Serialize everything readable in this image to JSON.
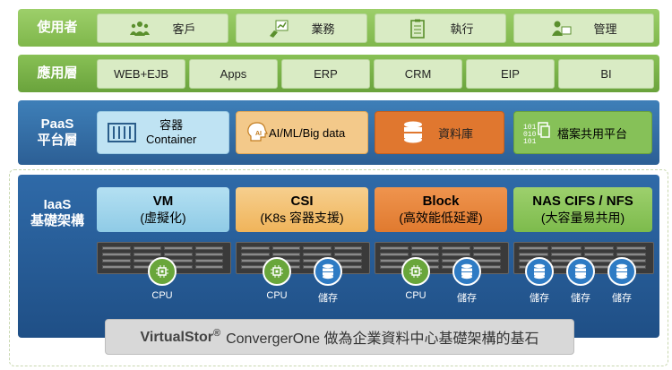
{
  "users": {
    "label": "使用者",
    "items": [
      {
        "label": "客戶",
        "icon": "people-icon"
      },
      {
        "label": "業務",
        "icon": "chart-handshake-icon"
      },
      {
        "label": "執行",
        "icon": "clipboard-icon"
      },
      {
        "label": "管理",
        "icon": "admin-person-icon"
      }
    ]
  },
  "apps": {
    "label": "應用層",
    "items": [
      "WEB+EJB",
      "Apps",
      "ERP",
      "CRM",
      "EIP",
      "BI"
    ]
  },
  "paas": {
    "label_line1": "PaaS",
    "label_line2": "平台層",
    "items": [
      {
        "line1": "容器",
        "line2": "Container",
        "icon": "container-icon"
      },
      {
        "line1": "AI/ML/Big data",
        "icon": "ai-head-icon"
      },
      {
        "line1": "資料庫",
        "icon": "database-icon"
      },
      {
        "line1": "檔案共用平台",
        "icon": "file-binary-icon"
      }
    ]
  },
  "iaas": {
    "label_line1": "IaaS",
    "label_line2": "基礎架構",
    "cards": [
      {
        "title": "VM",
        "subtitle": "(虛擬化)"
      },
      {
        "title": "CSI",
        "subtitle": "(K8s 容器支援)"
      },
      {
        "title": "Block",
        "subtitle": "(高效能低延遲)"
      },
      {
        "title": "NAS CIFS / NFS",
        "subtitle": "(大容量易共用)"
      }
    ],
    "cpu_label": "CPU",
    "storage_label": "儲存"
  },
  "footer": {
    "brand": "VirtualStor",
    "reg": "®",
    "text": "ConvergerOne 做為企業資料中心基礎架構的基石"
  },
  "colors": {
    "green_light": "#9dcf6a",
    "green_dark": "#6aa33c",
    "blue": "#2c5f95",
    "card_blue": "#8fcbe6",
    "card_orange": "#f0b45a",
    "card_dark_orange": "#e07a2f",
    "card_green": "#7dbb4c"
  }
}
